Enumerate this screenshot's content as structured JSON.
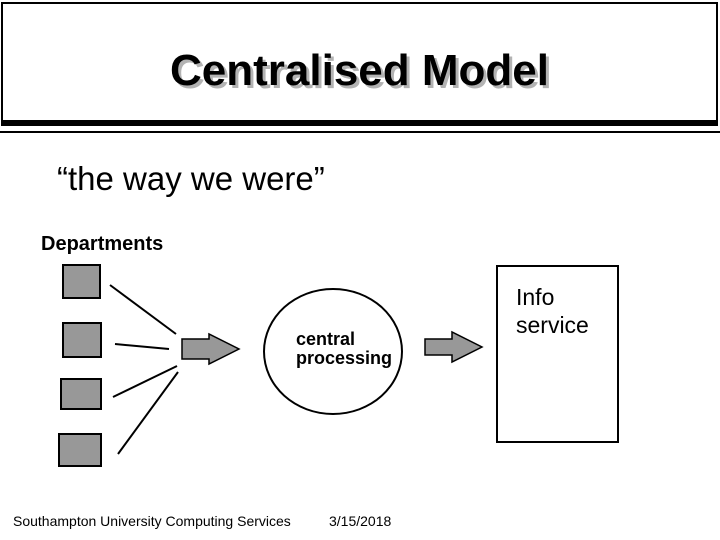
{
  "title": "Centralised Model",
  "subtitle": "“the way we were”",
  "departments_label": "Departments",
  "central_node": {
    "line1": "central",
    "line2": "processing"
  },
  "info_box": {
    "line1": "Info",
    "line2": "service"
  },
  "footer": {
    "organization": "Southampton University Computing Services",
    "date": "3/15/2018"
  },
  "diagram": {
    "department_square_count": 4,
    "connector_line_count": 4,
    "flow_arrow_count": 2
  },
  "colors": {
    "shape_fill": "#989898",
    "outline": "#000000",
    "title_shadow": "#b3b3b3",
    "background": "#ffffff",
    "text": "#000000"
  }
}
